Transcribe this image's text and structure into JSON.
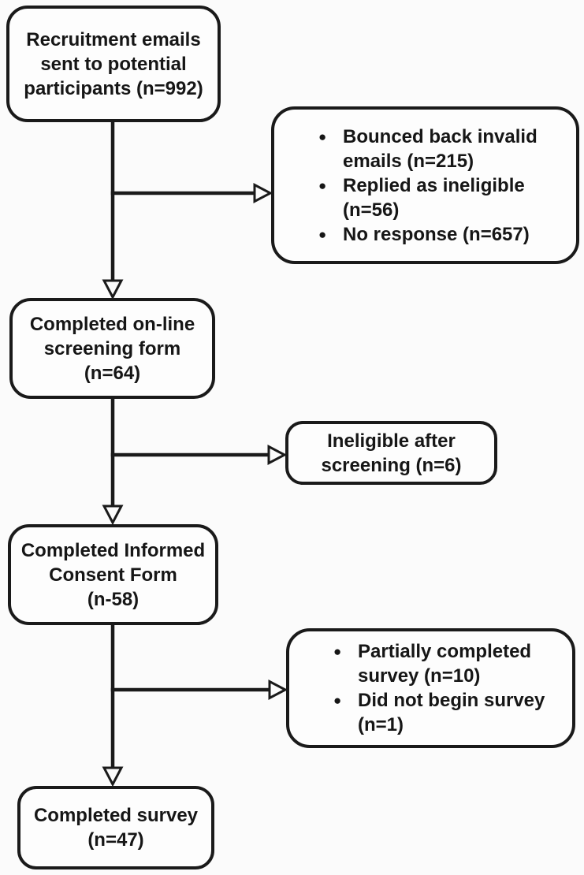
{
  "palette": {
    "ink": "#1a1a1a",
    "paper": "#fbfbfb",
    "box_fill": "#fdfdfd"
  },
  "diagram": {
    "kind": "participant-flow",
    "step1": {
      "label": "Recruitment emails sent to potential participants (n=992)",
      "lines": [
        "Recruitment emails",
        "sent to potential",
        "participants (n=992)"
      ]
    },
    "exclusion1": {
      "items": [
        "Bounced back invalid emails (n=215)",
        "Replied as ineligible (n=56)",
        "No response (n=657)"
      ]
    },
    "step2": {
      "label": "Completed on-line screening form (n=64)",
      "lines": [
        "Completed on-line",
        "screening form",
        "(n=64)"
      ]
    },
    "exclusion2": {
      "label": "Ineligible after screening (n=6)",
      "lines": [
        "Ineligible after",
        "screening (n=6)"
      ]
    },
    "step3": {
      "label": "Completed Informed Consent Form (n-58)",
      "lines": [
        "Completed Informed",
        "Consent Form",
        "(n-58)"
      ]
    },
    "exclusion3": {
      "items": [
        "Partially completed survey (n=10)",
        "Did not begin survey (n=1)"
      ]
    },
    "step4": {
      "label": "Completed survey (n=47)",
      "lines": [
        "Completed survey",
        "(n=47)"
      ]
    }
  }
}
